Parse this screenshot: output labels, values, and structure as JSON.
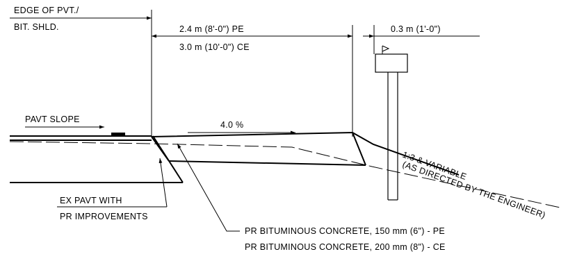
{
  "labels": {
    "edge_of_pvt": "EDGE OF PVT./",
    "bit_shld": "BIT. SHLD.",
    "width_pe": "2.4 m (8'-0\") PE",
    "width_ce": "3.0 m (10'-0\") CE",
    "offset": "0.3 m (1'-0\")",
    "pavt_slope": "PAVT SLOPE",
    "slope_pct": "4.0 %",
    "side_slope": "1:3 & VARIABLE",
    "as_directed": "(AS DIRECTED BY THE ENGINEER)",
    "ex_pavt_1": "EX PAVT WITH",
    "ex_pavt_2": "PR IMPROVEMENTS",
    "pr_bit_pe": "PR BITUMINOUS CONCRETE, 150 mm (6\") - PE",
    "pr_bit_ce": "PR BITUMINOUS CONCRETE, 200 mm (8\") - CE"
  }
}
